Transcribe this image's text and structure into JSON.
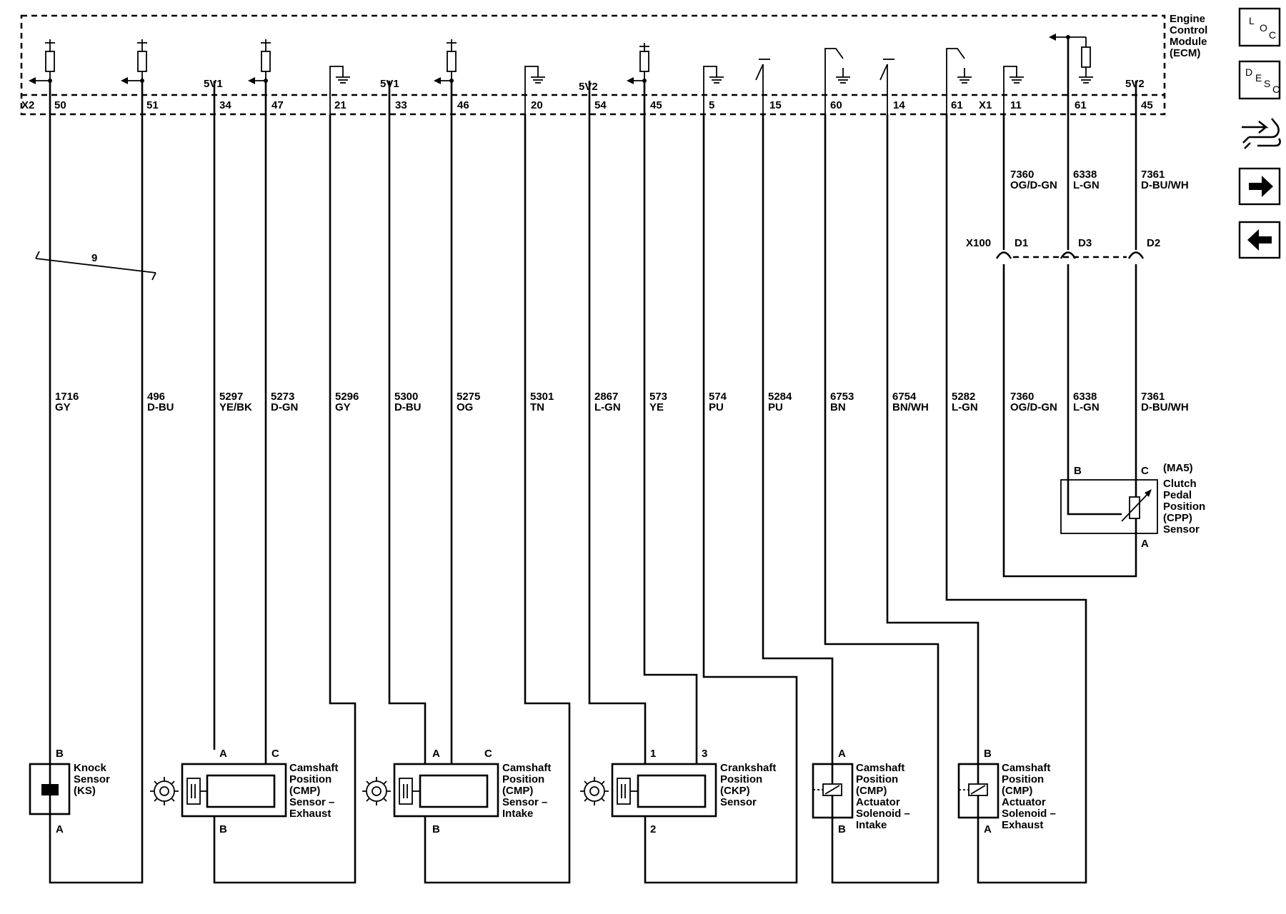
{
  "ecm": {
    "title": [
      "Engine",
      "Control",
      "Module",
      "(ECM)"
    ],
    "connector_x2": "X2",
    "connector_x1": "X1",
    "ref_5v1": "5V1",
    "ref_5v2": "5V2"
  },
  "pins": [
    "50",
    "51",
    "34",
    "47",
    "21",
    "33",
    "46",
    "20",
    "54",
    "45",
    "5",
    "15",
    "60",
    "14",
    "61",
    "11",
    "61",
    "45"
  ],
  "wires": [
    {
      "circuit": "1716",
      "color": "GY"
    },
    {
      "circuit": "496",
      "color": "D-BU"
    },
    {
      "circuit": "5297",
      "color": "YE/BK"
    },
    {
      "circuit": "5273",
      "color": "D-GN"
    },
    {
      "circuit": "5296",
      "color": "GY"
    },
    {
      "circuit": "5300",
      "color": "D-BU"
    },
    {
      "circuit": "5275",
      "color": "OG"
    },
    {
      "circuit": "5301",
      "color": "TN"
    },
    {
      "circuit": "2867",
      "color": "L-GN"
    },
    {
      "circuit": "573",
      "color": "YE"
    },
    {
      "circuit": "574",
      "color": "PU"
    },
    {
      "circuit": "5284",
      "color": "PU"
    },
    {
      "circuit": "6753",
      "color": "BN"
    },
    {
      "circuit": "6754",
      "color": "BN/WH"
    },
    {
      "circuit": "5282",
      "color": "L-GN"
    },
    {
      "circuit": "7360",
      "color": "OG/D-GN"
    },
    {
      "circuit": "6338",
      "color": "L-GN"
    },
    {
      "circuit": "7361",
      "color": "D-BU/WH"
    }
  ],
  "upper_wires": [
    {
      "circuit": "7360",
      "color": "OG/D-GN"
    },
    {
      "circuit": "6338",
      "color": "L-GN"
    },
    {
      "circuit": "7361",
      "color": "D-BU/WH"
    }
  ],
  "x100": {
    "name": "X100",
    "d1": "D1",
    "d3": "D3",
    "d2": "D2"
  },
  "twist_count": "9",
  "components": {
    "ks": {
      "lines": [
        "Knock",
        "Sensor",
        "(KS)"
      ],
      "pin_top": "B",
      "pin_bottom": "A"
    },
    "cmp_exh": {
      "lines": [
        "Camshaft",
        "Position",
        "(CMP)",
        "Sensor –",
        "Exhaust"
      ],
      "pin_a": "A",
      "pin_c": "C",
      "pin_b": "B"
    },
    "cmp_int": {
      "lines": [
        "Camshaft",
        "Position",
        "(CMP)",
        "Sensor –",
        "Intake"
      ],
      "pin_a": "A",
      "pin_c": "C",
      "pin_b": "B"
    },
    "ckp": {
      "lines": [
        "Crankshaft",
        "Position",
        "(CKP)",
        "Sensor"
      ],
      "pin_1": "1",
      "pin_3": "3",
      "pin_2": "2"
    },
    "sol_int": {
      "lines": [
        "Camshaft",
        "Position",
        "(CMP)",
        "Actuator",
        "Solenoid –",
        "Intake"
      ],
      "pin_top": "A",
      "pin_bottom": "B"
    },
    "sol_exh": {
      "lines": [
        "Camshaft",
        "Position",
        "(CMP)",
        "Actuator",
        "Solenoid –",
        "Exhaust"
      ],
      "pin_top": "B",
      "pin_bottom": "A"
    },
    "cpp": {
      "code": "(MA5)",
      "lines": [
        "Clutch",
        "Pedal",
        "Position",
        "(CPP)",
        "Sensor"
      ],
      "pin_b": "B",
      "pin_c": "C",
      "pin_a": "A"
    }
  },
  "nav": {
    "loc": [
      "L",
      "O",
      "C"
    ],
    "desc": [
      "D",
      "E",
      "S",
      "C"
    ],
    "schematic_icon": "harness-icon",
    "next_icon": "arrow-right-icon",
    "prev_icon": "arrow-left-icon"
  }
}
